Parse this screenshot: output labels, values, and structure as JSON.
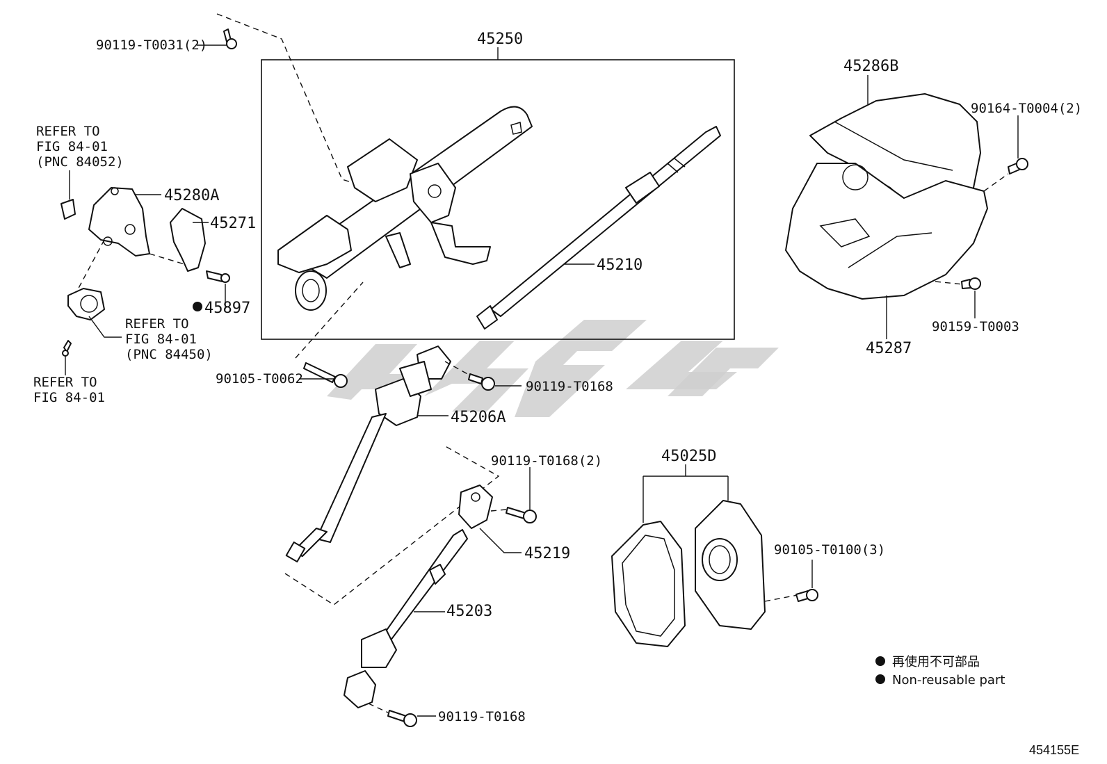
{
  "labels": {
    "b_90119_T0031": "90119-T0031(2)",
    "refer_84052_l1": "REFER TO",
    "refer_84052_l2": "FIG 84-01",
    "refer_84052_l3": "(PNC 84052)",
    "p_45280A": "45280A",
    "p_45271": "45271",
    "p_45897": "45897",
    "refer_84450_l1": "REFER TO",
    "refer_84450_l2": "FIG 84-01",
    "refer_84450_l3": "(PNC 84450)",
    "refer_fig_l1": "REFER TO",
    "refer_fig_l2": "FIG 84-01",
    "p_45250": "45250",
    "p_45210": "45210",
    "p_45286B": "45286B",
    "b_90164_T0004": "90164-T0004(2)",
    "b_90159_T0003": "90159-T0003",
    "p_45287": "45287",
    "b_90105_T0062": "90105-T0062",
    "b_90119_T0168_a": "90119-T0168",
    "p_45206A": "45206A",
    "b_90119_T0168_2": "90119-T0168(2)",
    "p_45219": "45219",
    "p_45203": "45203",
    "b_90119_T0168_b": "90119-T0168",
    "p_45025D": "45025D",
    "b_90105_T0100": "90105-T0100(3)"
  },
  "legend": {
    "jp": "再使用不可部品",
    "en": "Non-reusable part"
  },
  "figure_code": "454155E",
  "colors": {
    "line": "#111111",
    "watermark": "#cfcfcf",
    "background": "#ffffff"
  }
}
